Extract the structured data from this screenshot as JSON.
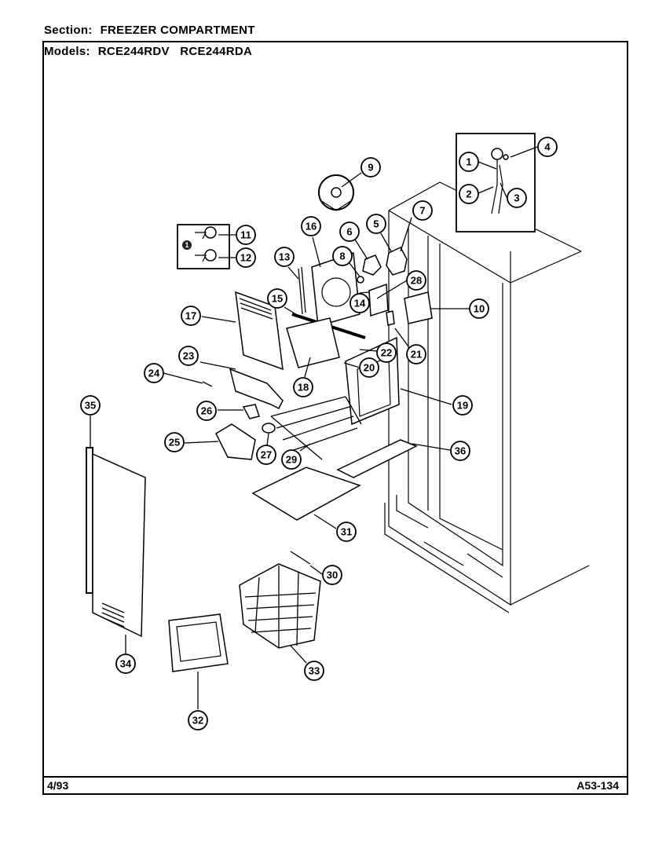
{
  "header": {
    "section_label": "Section:",
    "section_value": "FREEZER COMPARTMENT",
    "models_label": "Models:",
    "models_value": "RCE244RDV   RCE244RDA"
  },
  "footer": {
    "date": "4/93",
    "code": "A53-134"
  },
  "callouts": [
    "1",
    "2",
    "3",
    "4",
    "5",
    "6",
    "7",
    "8",
    "9",
    "10",
    "11",
    "12",
    "13",
    "14",
    "15",
    "16",
    "17",
    "18",
    "19",
    "20",
    "21",
    "22",
    "23",
    "24",
    "25",
    "26",
    "27",
    "28",
    "29",
    "30",
    "31",
    "32",
    "33",
    "34",
    "35",
    "36"
  ],
  "note_marker": "1"
}
